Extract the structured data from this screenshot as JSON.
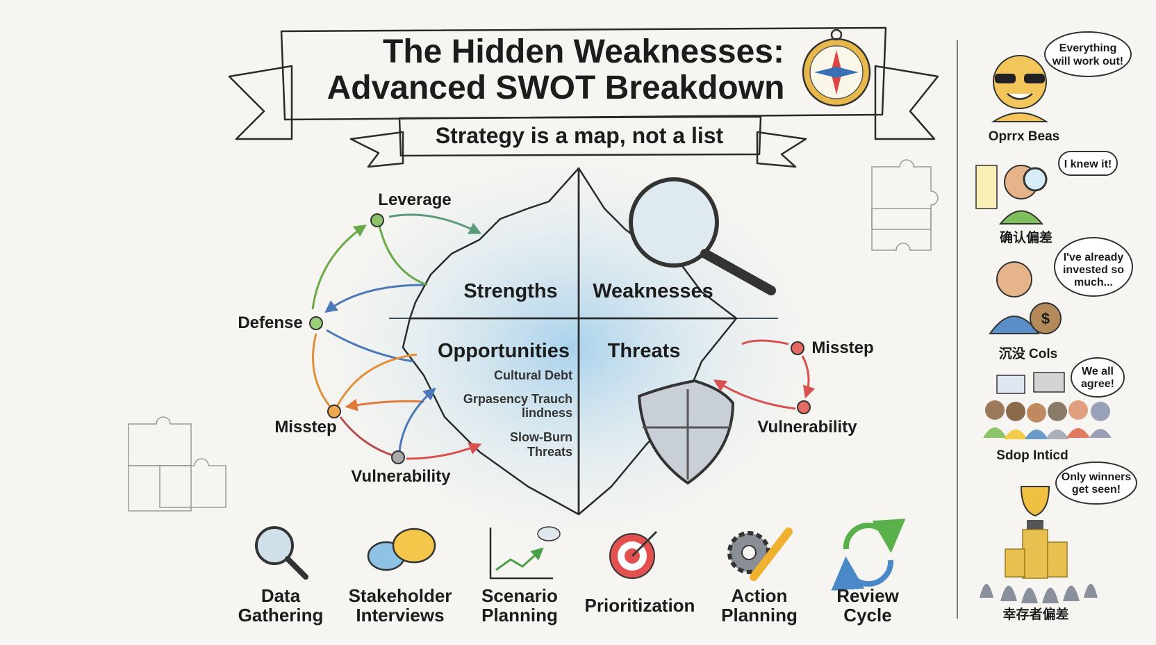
{
  "title": {
    "line1": "The Hidden Weaknesses:",
    "line2": "Advanced SWOT Breakdown"
  },
  "subtitle": "Strategy is a map, not a list",
  "quadrants": {
    "strengths": "Strengths",
    "weaknesses": "Weaknesses",
    "opportunities": "Opportunities",
    "threats": "Threats"
  },
  "hidden_items": [
    "Cultural Debt",
    "Grpasency Trauch",
    "lindness",
    "Slow-Burn",
    "Threats"
  ],
  "left_cycle": {
    "leverage": "Leverage",
    "defense": "Defense",
    "misstep": "Misstep",
    "vulnerability": "Vulnerability"
  },
  "right_cycle": {
    "misstep": "Misstep",
    "vulnerability": "Vulnerability"
  },
  "process_steps": [
    {
      "line1": "Data",
      "line2": "Gathering",
      "icon": "magnifier-icon"
    },
    {
      "line1": "Stakeholder",
      "line2": "Interviews",
      "icon": "speech-bubbles-icon"
    },
    {
      "line1": "Scenario",
      "line2": "Planning",
      "icon": "trend-chart-icon"
    },
    {
      "line1": "Prioritization",
      "line2": "",
      "icon": "target-icon"
    },
    {
      "line1": "Action",
      "line2": "Planning",
      "icon": "gear-pencil-icon"
    },
    {
      "line1": "Review",
      "line2": "Cycle",
      "icon": "cycle-arrows-icon"
    }
  ],
  "biases": [
    {
      "label": "Oprrx Beas",
      "bubble": [
        "Everything",
        "will work out!"
      ]
    },
    {
      "label": "确认偏差",
      "bubble": [
        "I knew it!"
      ]
    },
    {
      "label": "沉没 Cols",
      "bubble": [
        "I've already",
        "invested so",
        "much..."
      ]
    },
    {
      "label": "Sdop Inticd",
      "bubble": [
        "We all",
        "agree!"
      ]
    },
    {
      "label": "幸存者偏差",
      "bubble": [
        "Only winners",
        "get seen!"
      ]
    }
  ],
  "colors": {
    "strengths": "#8cc46a",
    "weaknesses": "#f0a850",
    "opportunities": "#b9c6d3",
    "threats": "#e46a62",
    "water": "#bcdcef",
    "ribbon": "#f3dc8e"
  }
}
